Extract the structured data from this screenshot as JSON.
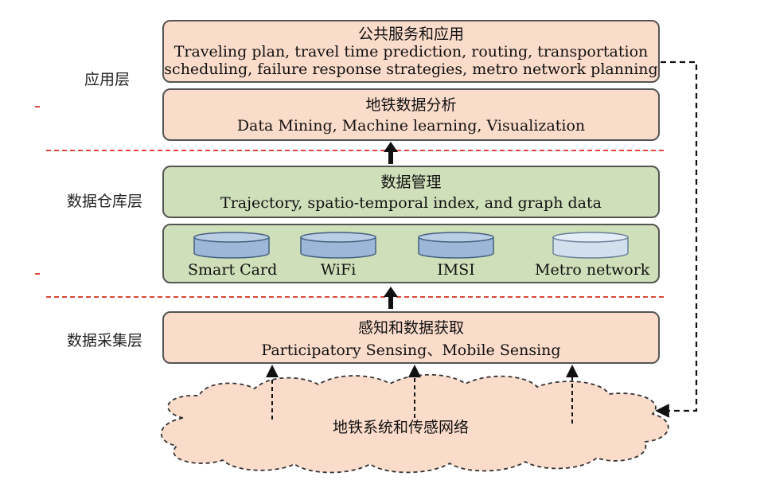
{
  "layers": {
    "application": "应用层",
    "warehouse": "数据仓库层",
    "collection": "数据采集层"
  },
  "public_service": {
    "title": "公共服务和应用",
    "line1": "Traveling plan, travel time prediction, routing, transportation",
    "line2": "scheduling, failure response strategies, metro network planning"
  },
  "analysis": {
    "title": "地铁数据分析",
    "line1": "Data Mining, Machine learning, Visualization"
  },
  "management": {
    "title": "数据管理",
    "line1": "Trajectory, spatio-temporal index, and graph data"
  },
  "sources": [
    {
      "label": "Smart Card",
      "color": "#9cb7d8"
    },
    {
      "label": "WiFi",
      "color": "#9cb7d8"
    },
    {
      "label": "IMSI",
      "color": "#9cb7d8"
    },
    {
      "label": "Metro network",
      "color": "#d2e0ee"
    }
  ],
  "acquisition": {
    "title": "感知和数据获取",
    "line1": "Participatory Sensing、Mobile Sensing"
  },
  "cloud": {
    "label": "地铁系统和传感网络",
    "color": "#fbdccb"
  },
  "colors": {
    "pink": "#fbdccb",
    "green": "#cfdfb9",
    "divider": "#e0463a"
  }
}
